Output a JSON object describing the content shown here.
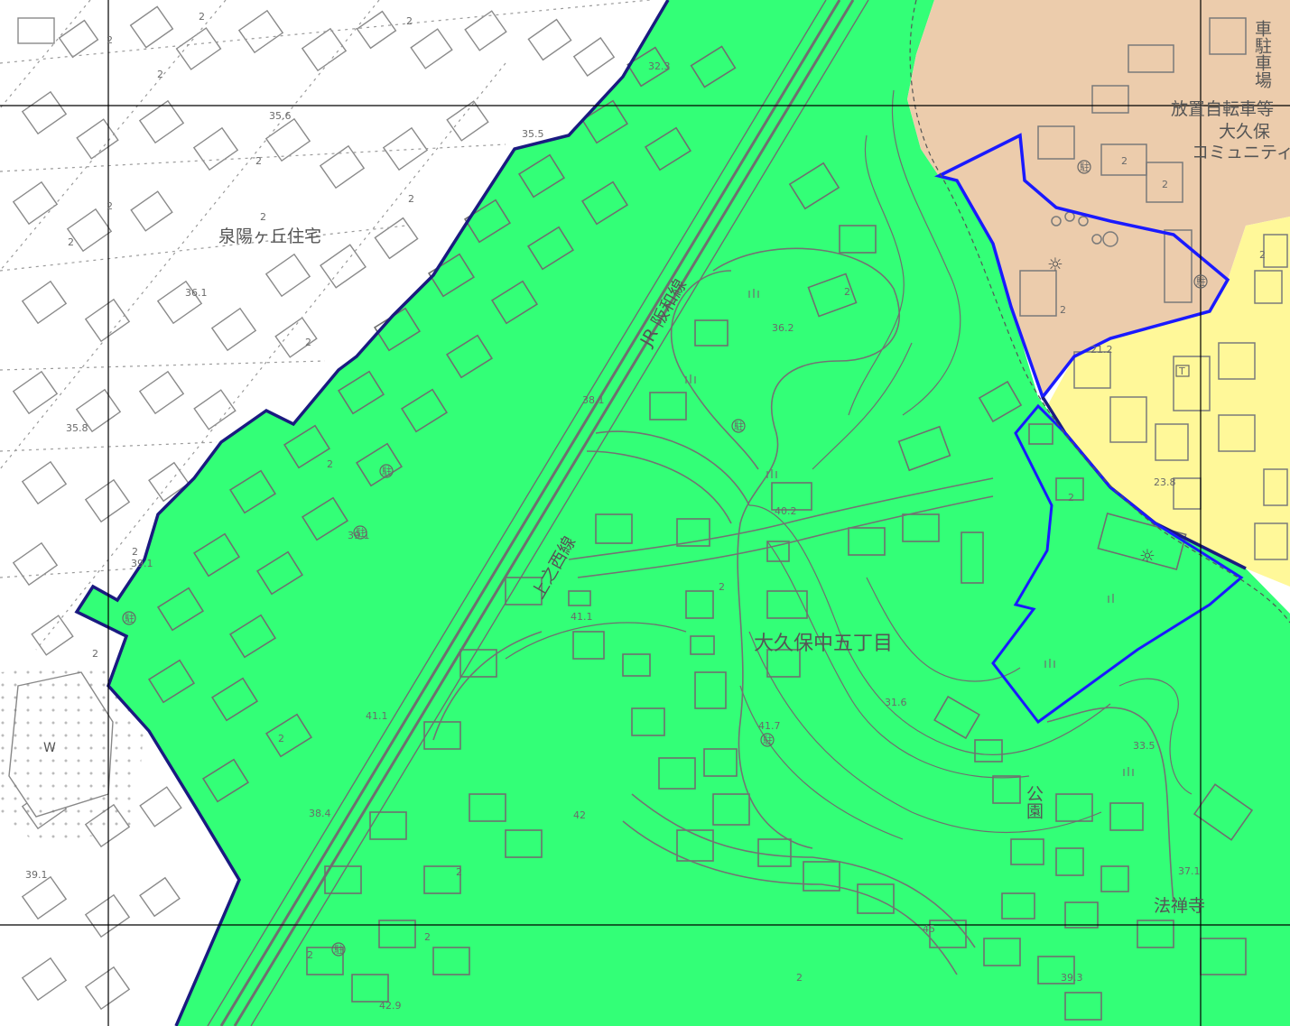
{
  "colors": {
    "residential_green": "#33ff77",
    "commercial_tan": "#ecccac",
    "yellow_zone": "#fff899",
    "boundary_blue": "#1a1aff",
    "boundary_dark": "#1a1a80",
    "map_line": "#737373",
    "grid_line": "#000000",
    "white_area": "#ffffff"
  },
  "labels": {
    "area_name": "大久保中五丁目",
    "housing": "泉陽ヶ丘住宅",
    "rail_line": "JR 阪和線",
    "road_name": "上之西線",
    "temple": "法禅寺",
    "park": "公園",
    "bicycle_parking": "放置自転車等",
    "okubo": "大久保",
    "community": "コミュニティ",
    "parking_top_right": "車駐車場",
    "w_block": "W",
    "parking_symbol": "駐",
    "shrine_symbol": "☼",
    "map_symbol_t": "T"
  },
  "spot_heights": [
    "32.3",
    "35.6",
    "35.5",
    "36.1",
    "35.8",
    "39.1",
    "39.1",
    "41.1",
    "38.4",
    "39.1",
    "38.1",
    "36.2",
    "40.2",
    "41.1",
    "41.7",
    "42",
    "45",
    "31.6",
    "33.5",
    "21.2",
    "23.8",
    "37.1",
    "39.3",
    "42.9"
  ],
  "floor_marks": [
    "2"
  ],
  "icons": [
    "parking-icon",
    "shrine-icon",
    "station-t-icon",
    "grass-icon"
  ]
}
